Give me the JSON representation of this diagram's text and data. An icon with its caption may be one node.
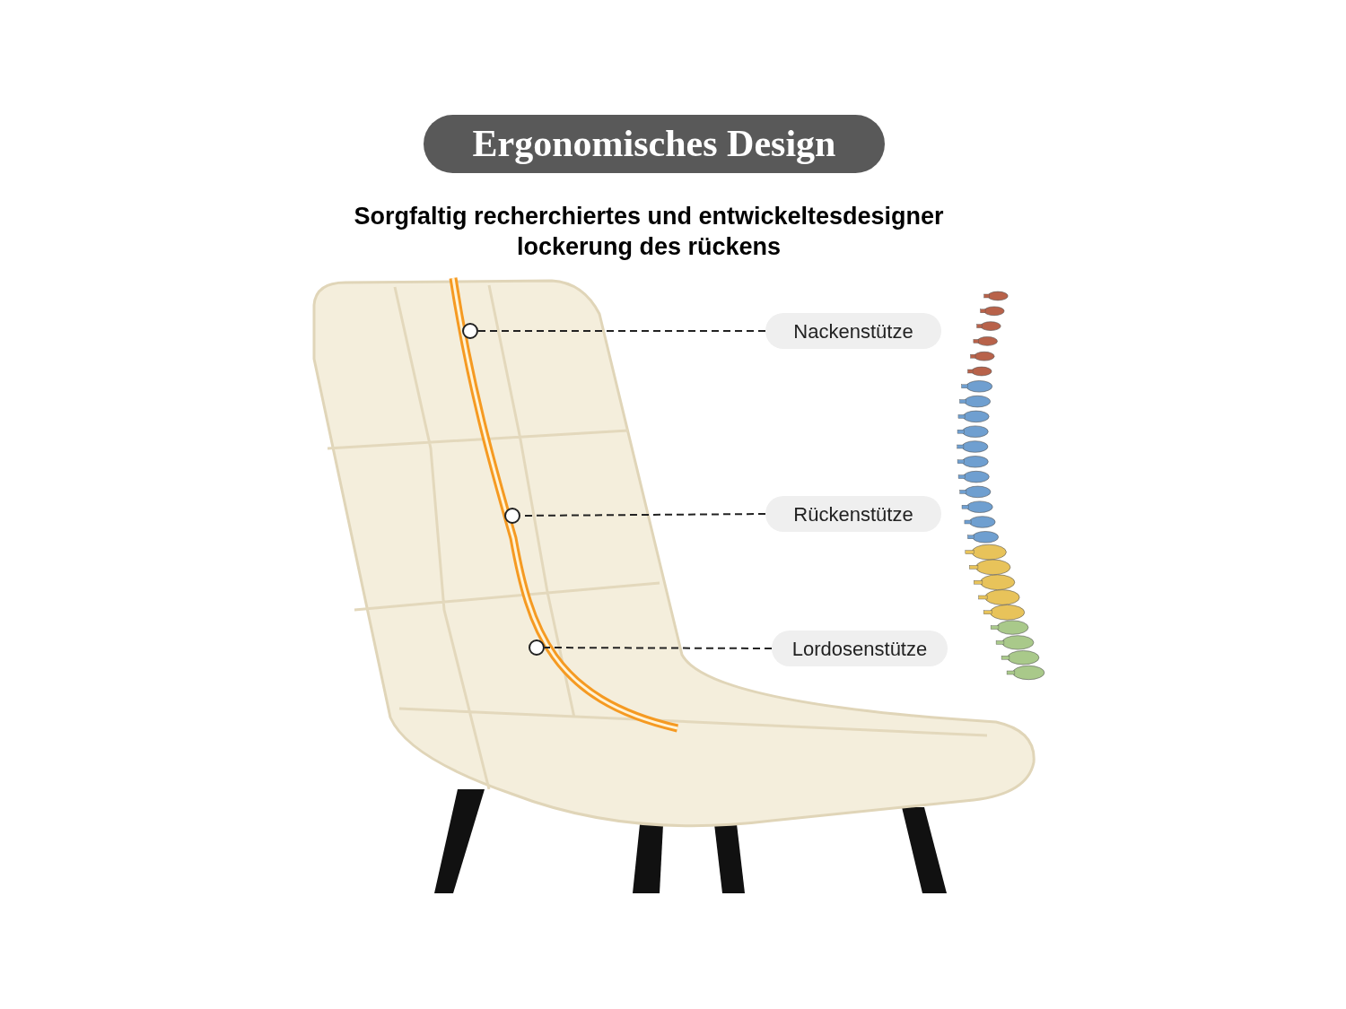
{
  "diagram": {
    "title": "Ergonomisches Design",
    "nodes": [
      {
        "text": [
          "Nackenstütze"
        ]
      },
      {
        "text": [
          "Rückenstütze"
        ]
      },
      {
        "text": [
          "Lordosenstütze"
        ]
      },
      {
        "text": [],
        "shape": "circle"
      },
      {
        "text": [],
        "shape": "circle"
      },
      {
        "text": [],
        "shape": "circle"
      }
    ],
    "edges": [
      {
        "from": 0,
        "to": 3,
        "arrow": "none",
        "style": "dashed"
      },
      {
        "from": 1,
        "to": 4,
        "arrow": "none",
        "style": "dashed"
      },
      {
        "from": 2,
        "to": 5,
        "arrow": "none",
        "style": "dashed"
      }
    ],
    "labels": [
      "Sorgfaltig recherchiertes und entwickeltesdesigner lockerung des rückens"
    ]
  }
}
